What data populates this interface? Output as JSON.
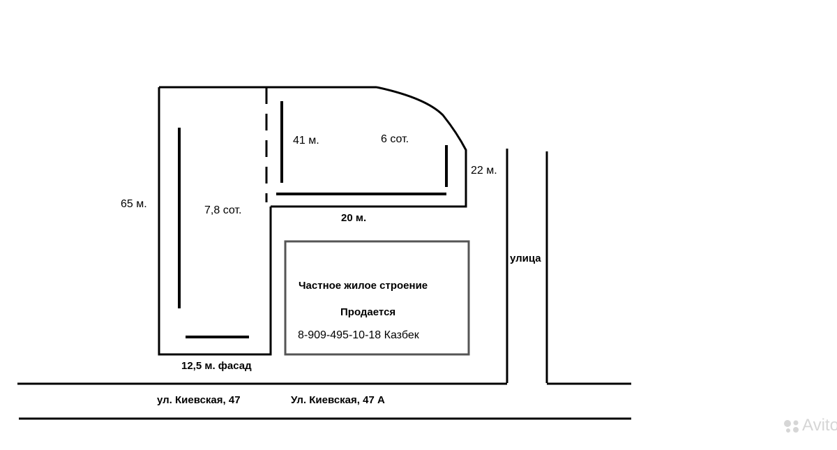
{
  "plot_labels": {
    "left_plot_length": "65 м.",
    "left_plot_area": "7,8 сот.",
    "left_plot_facade": "12,5 м. фасад",
    "right_plot_depth": "41 м.",
    "right_plot_area": "6 сот.",
    "right_plot_side": "22 м.",
    "right_plot_width": "20 м."
  },
  "building": {
    "title": "Частное жилое строение",
    "status": "Продается",
    "contact": "8-909-495-10-18 Казбек"
  },
  "streets": {
    "side_street": "улица",
    "address_left": "ул. Киевская, 47",
    "address_right": "Ул. Киевская, 47 А"
  },
  "watermark": {
    "text": "Avito"
  },
  "colors": {
    "line": "#000000",
    "building_border": "#555555",
    "watermark": "#d6d6d6"
  }
}
